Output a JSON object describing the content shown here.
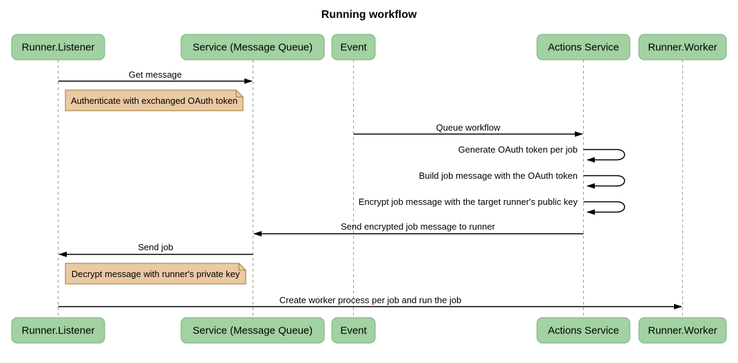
{
  "title": "Running workflow",
  "diagram_type": "sequence",
  "colors": {
    "participant_fill": "#A2D1A2",
    "participant_border": "#74B174",
    "note_fill": "#EAC9A3",
    "note_border": "#99763A",
    "lifeline_color": "#999999",
    "arrow_color": "#000000",
    "text_color": "#000000",
    "background": "#FFFFFF"
  },
  "participants": [
    {
      "label": "Runner.Listener"
    },
    {
      "label": "Service (Message Queue)"
    },
    {
      "label": "Event"
    },
    {
      "label": "Actions Service"
    },
    {
      "label": "Runner.Worker"
    }
  ],
  "messages": [
    {
      "label": "Get message",
      "from": "Runner.Listener",
      "to": "Service (Message Queue)",
      "type": "solid_arrow"
    },
    {
      "label": "Queue workflow",
      "from": "Event",
      "to": "Actions Service",
      "type": "solid_arrow"
    },
    {
      "label": "Generate OAuth token per job",
      "from": "Actions Service",
      "to": "Actions Service",
      "type": "self_arrow"
    },
    {
      "label": "Build job message with the OAuth token",
      "from": "Actions Service",
      "to": "Actions Service",
      "type": "self_arrow"
    },
    {
      "label": "Encrypt job message with the target runner's public key",
      "from": "Actions Service",
      "to": "Actions Service",
      "type": "self_arrow"
    },
    {
      "label": "Send encrypted job message to runner",
      "from": "Actions Service",
      "to": "Service (Message Queue)",
      "type": "solid_arrow"
    },
    {
      "label": "Send job",
      "from": "Service (Message Queue)",
      "to": "Runner.Listener",
      "type": "solid_arrow"
    },
    {
      "label": "Create worker process per job and run the job",
      "from": "Runner.Listener",
      "to": "Runner.Worker",
      "type": "solid_arrow"
    }
  ],
  "notes": [
    {
      "text": "Authenticate with exchanged OAuth token",
      "over": [
        "Runner.Listener",
        "Service (Message Queue)"
      ]
    },
    {
      "text": "Decrypt message with runner's private key",
      "over": [
        "Runner.Listener",
        "Service (Message Queue)"
      ]
    }
  ]
}
